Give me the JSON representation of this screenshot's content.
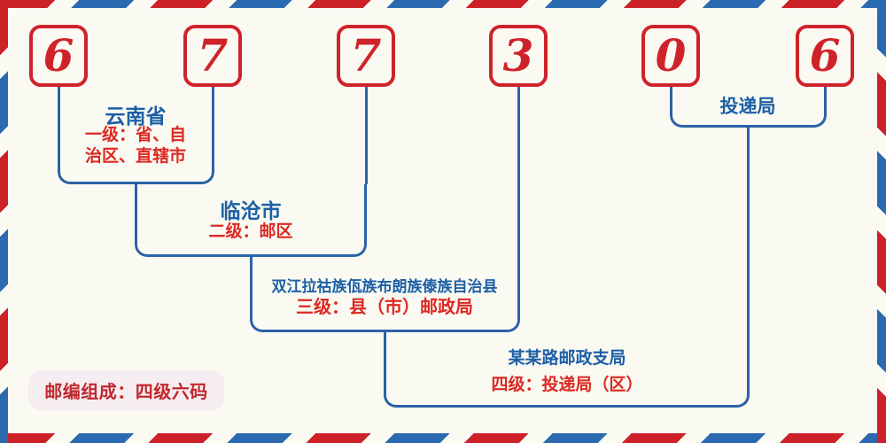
{
  "postal_code": {
    "digits": [
      "6",
      "7",
      "7",
      "3",
      "0",
      "6"
    ]
  },
  "levels": [
    {
      "name": "云南省",
      "desc_lines": [
        "一级：省、自",
        "治区、直辖市"
      ]
    },
    {
      "name": "临沧市",
      "desc_lines": [
        "二级：邮区"
      ]
    },
    {
      "name": "双江拉祜族佤族布朗族傣族自治县",
      "desc_lines": [
        "三级：县（市）邮政局"
      ]
    },
    {
      "name": "某某路邮政支局",
      "desc_lines": [
        "四级：投递局（区）"
      ]
    },
    {
      "name": "投递局",
      "desc_lines": []
    }
  ],
  "footer": {
    "composition_label": "邮编组成：四级六码"
  },
  "colors": {
    "page_bg": "#fafaf2",
    "stripe_red": "#cb2127",
    "stripe_blue": "#2b6ab0",
    "line_blue": "#2b62a8",
    "digit_red": "#cf2329",
    "name_blue": "#1d5fa6",
    "desc_red": "#dd2822",
    "badge_bg": "#f5edf1",
    "badge_text": "#c0282e"
  }
}
